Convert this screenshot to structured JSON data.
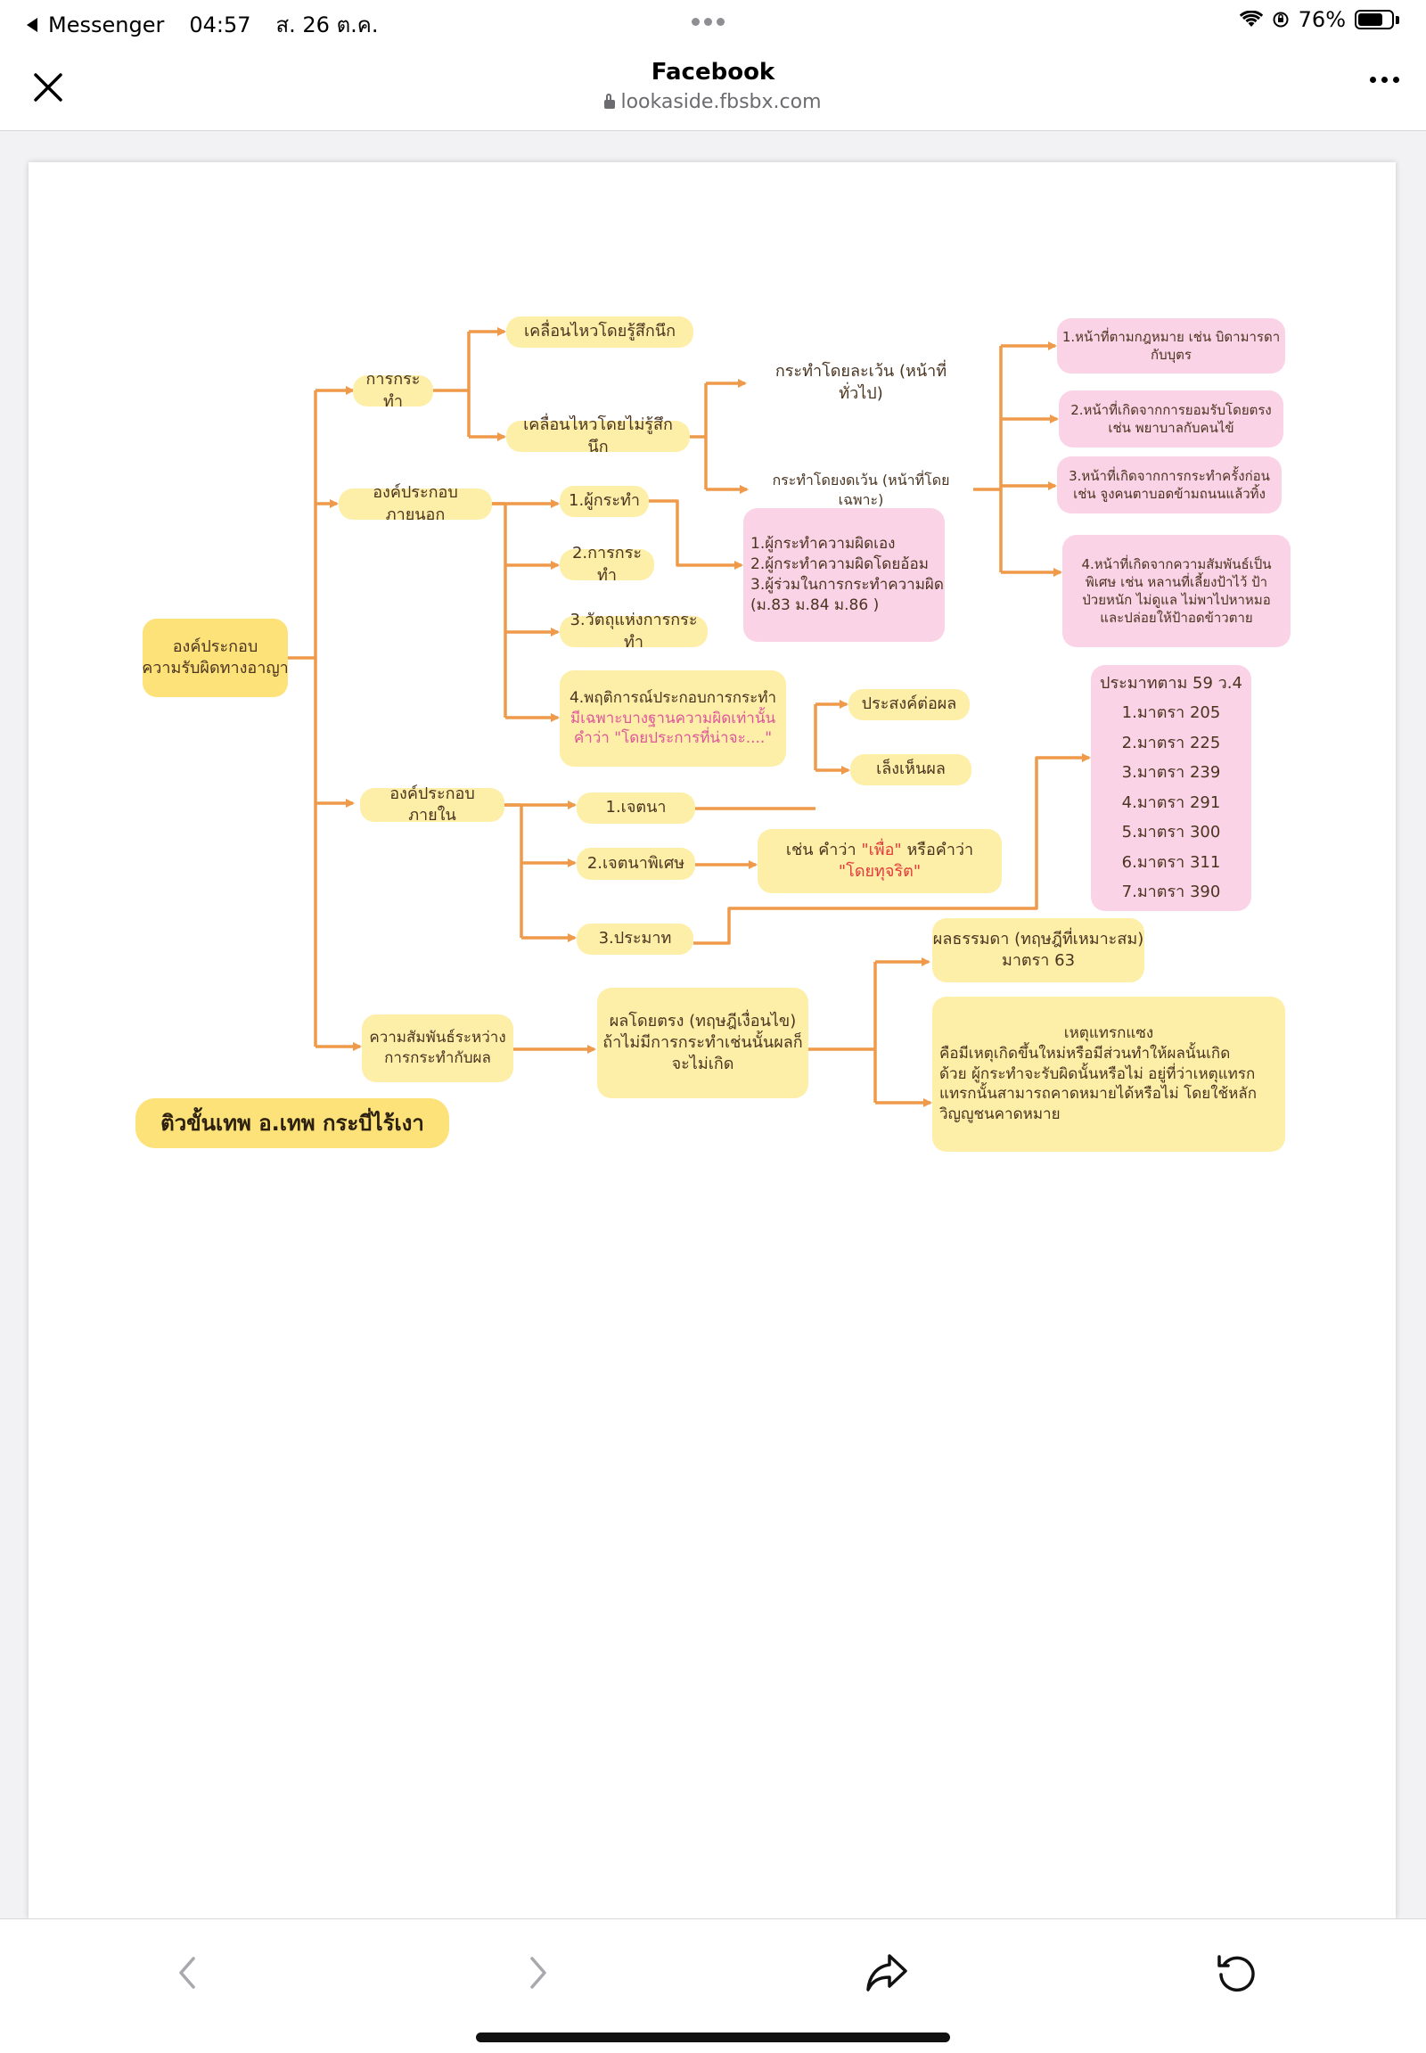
{
  "status_bar": {
    "back_app": "Messenger",
    "time": "04:57",
    "date": "ส. 26 ต.ค.",
    "battery": "76%",
    "battery_level": 0.76
  },
  "header": {
    "title": "Facebook",
    "url": "lookaside.fbsbx.com",
    "close_icon": "close-icon",
    "more_icon": "more-icon"
  },
  "colors": {
    "wire": "#ef9a4a",
    "yellow": "#fdeea8",
    "pink": "#fbd3e6",
    "text": "#4a3420"
  },
  "diagram": {
    "root": [
      "องค์ประกอบ",
      "ความรับผิดทางอาญา"
    ],
    "action": "การกระทำ",
    "move_conscious": "เคลื่อนไหวโดยรู้สึกนึก",
    "move_unconscious": "เคลื่อนไหวโดยไม่รู้สึกนึก",
    "omission_general": "กระทำโดยละเว้น (หน้าที่ทั่วไป)",
    "omission_special": "กระทำโดยงดเว้น (หน้าที่โดยเฉพาะ)",
    "duty": [
      [
        "1.หน้าที่ตามกฎหมาย เช่น บิดามารดา",
        "กับบุตร"
      ],
      [
        "2.หน้าที่เกิดจากการยอมรับโดยตรง",
        "เช่น พยาบาลกับคนไข้"
      ],
      [
        "3.หน้าที่เกิดจากการกระทำครั้งก่อน",
        "เช่น จูงคนตาบอดข้ามถนนแล้วทิ้ง"
      ],
      [
        "4.หน้าที่เกิดจากความสัมพันธ์เป็น",
        "พิเศษ เช่น หลานที่เลี้ยงป้าไว้ ป้า",
        "ป่วยหนัก ไม่ดูแล ไม่พาไปหาหมอ",
        "และปล่อยให้ป้าอดข้าวตาย"
      ]
    ],
    "external": "องค์ประกอบภายนอก",
    "ext_items": [
      "1.ผู้กระทำ",
      "2.การกระทำ",
      "3.วัตถุแห่งการกระทำ"
    ],
    "ext_item4": [
      "4.พฤติการณ์ประกอบการกระทำ",
      "มีเฉพาะบางฐานความผิดเท่านั้น",
      "คำว่า \"โดยประการที่น่าจะ....\""
    ],
    "actors": [
      "1.ผู้กระทำความผิดเอง",
      "2.ผู้กระทำความผิดโดยอ้อม",
      "3.ผู้ร่วมในการกระทำความผิด",
      "(ม.83 ม.84 ม.86 )"
    ],
    "internal": "องค์ประกอบภายใน",
    "int_items": [
      "1.เจตนา",
      "2.เจตนาพิเศษ",
      "3.ประมาท"
    ],
    "intent_types": [
      "ประสงค์ต่อผล",
      "เล็งเห็นผล"
    ],
    "special_intent": [
      "เช่น คำว่า ",
      "\"เพื่อ\"",
      " หรือคำว่า",
      "\"โดยทุจริต\""
    ],
    "negligence": [
      "ประมาทตาม 59 ว.4",
      "1.มาตรา 205",
      "2.มาตรา 225",
      "3.มาตรา 239",
      "4.มาตรา 291",
      "5.มาตรา 300",
      "6.มาตรา 311",
      "7.มาตรา 390"
    ],
    "causation": [
      "ความสัมพันธ์ระหว่าง",
      "การกระทำกับผล"
    ],
    "direct_result": [
      "ผลโดยตรง (ทฤษฎีเงื่อนไข)",
      "ถ้าไม่มีการกระทำเช่นนั้นผลก็",
      "จะไม่เกิด"
    ],
    "natural_result": [
      "ผลธรรมดา (ทฤษฎีที่เหมาะสม)",
      "มาตรา 63"
    ],
    "intervening": [
      "เหตุแทรกแซง",
      "คือมีเหตุเกิดขึ้นใหม่หรือมีส่วนทำให้ผลนั้นเกิด",
      "ด้วย ผู้กระทำจะรับผิดนั้นหรือไม่ อยู่ที่ว่าเหตุแทรก",
      "แทรกนั้นสามารถคาดหมายได้หรือไม่ โดยใช้หลัก",
      "วิญญูชนคาดหมาย"
    ],
    "footer_badge": "ติวขั้นเทพ อ.เทพ กระบี่ไร้เงา"
  },
  "toolbar": {
    "back": "chevron-left-icon",
    "forward": "chevron-right-icon",
    "share": "share-icon",
    "reload": "reload-icon"
  }
}
